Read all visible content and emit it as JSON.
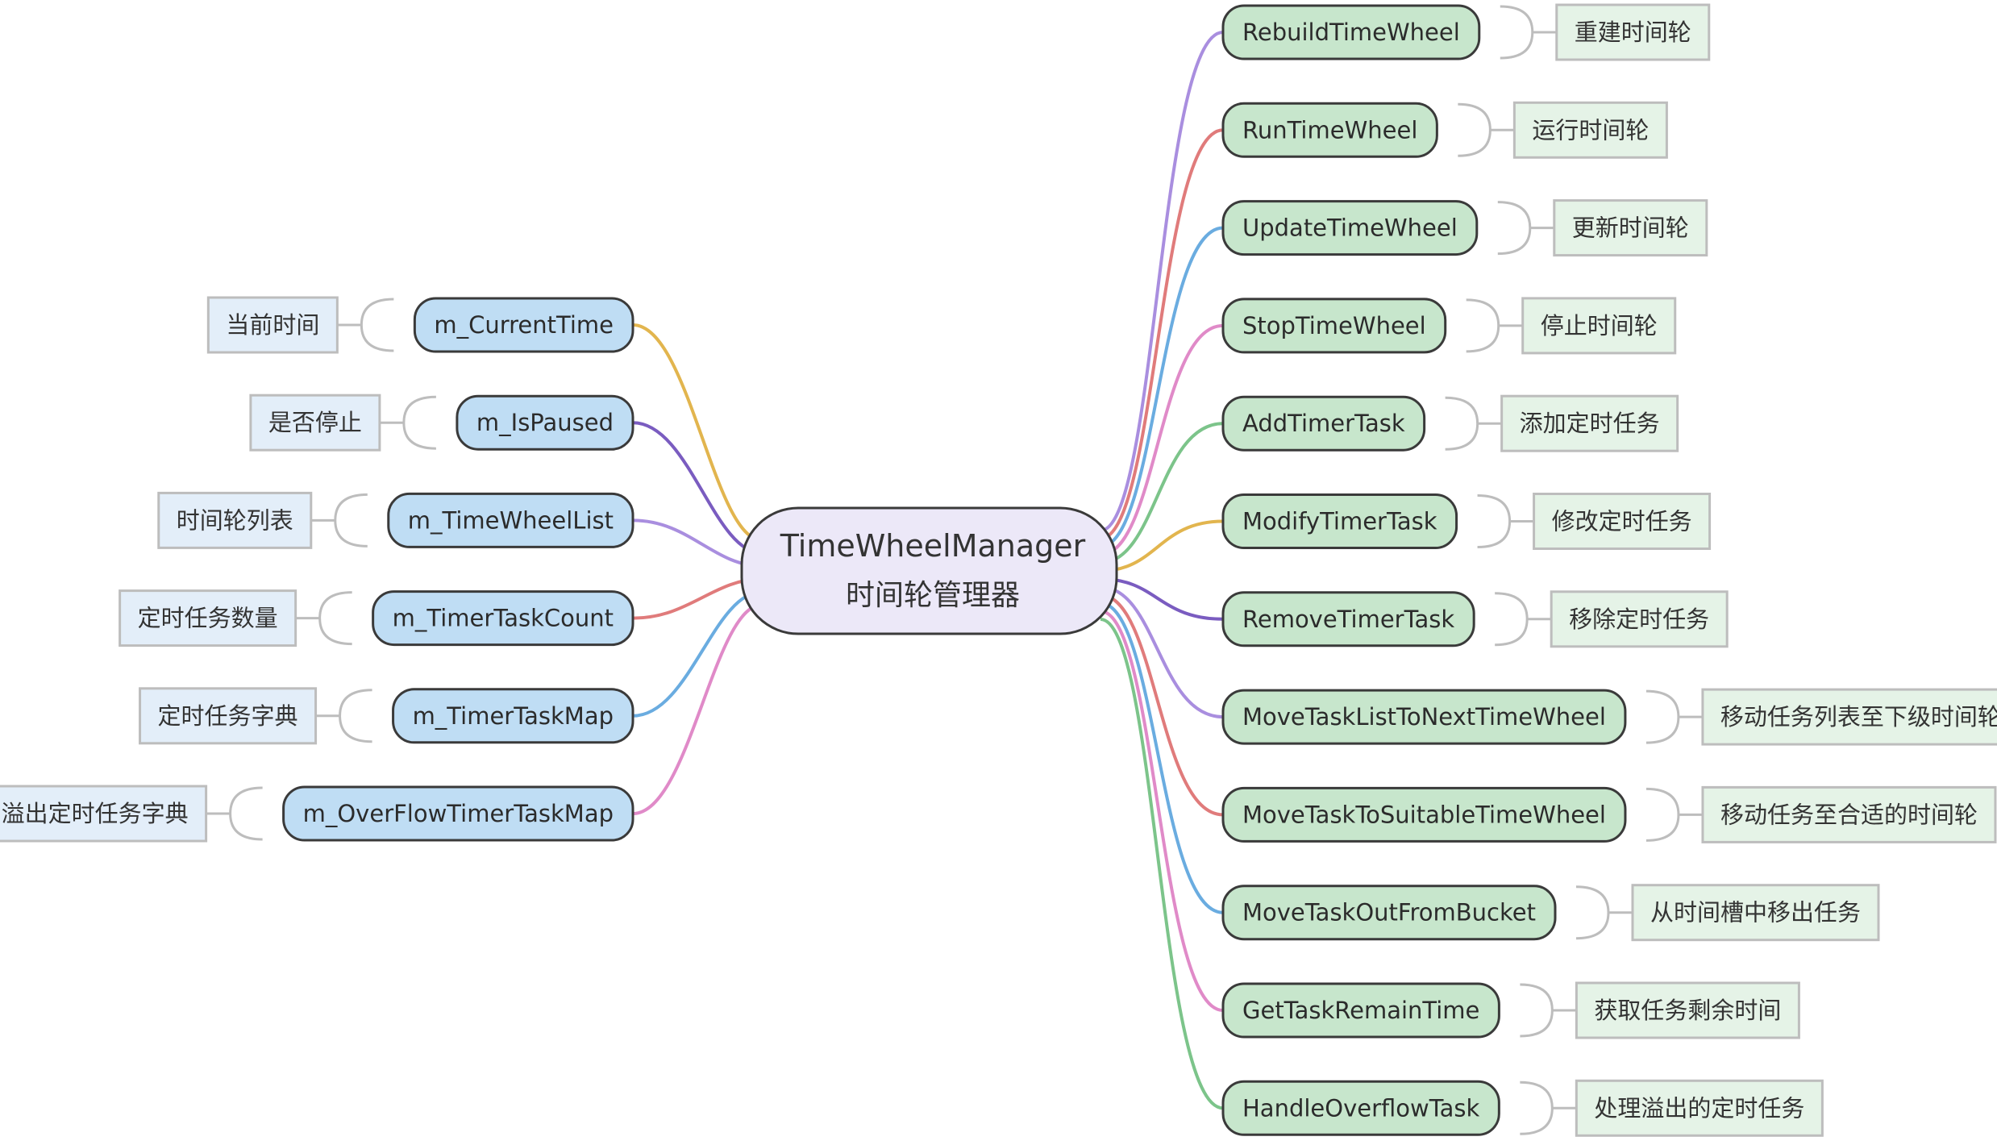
{
  "root": {
    "line1": "TimeWheelManager",
    "line2": "时间轮管理器"
  },
  "left": [
    {
      "name": "m_CurrentTime",
      "desc": "当前时间",
      "color": "#E2B54E"
    },
    {
      "name": "m_IsPaused",
      "desc": "是否停止",
      "color": "#7A5CC0"
    },
    {
      "name": "m_TimeWheelList",
      "desc": "时间轮列表",
      "color": "#A98EDF"
    },
    {
      "name": "m_TimerTaskCount",
      "desc": "定时任务数量",
      "color": "#E07B7B"
    },
    {
      "name": "m_TimerTaskMap",
      "desc": "定时任务字典",
      "color": "#6AACE0"
    },
    {
      "name": "m_OverFlowTimerTaskMap",
      "desc": "溢出定时任务字典",
      "color": "#E08AC8"
    }
  ],
  "right": [
    {
      "name": "RebuildTimeWheel",
      "desc": "重建时间轮",
      "color": "#A98EDF"
    },
    {
      "name": "RunTimeWheel",
      "desc": "运行时间轮",
      "color": "#E07B7B"
    },
    {
      "name": "UpdateTimeWheel",
      "desc": "更新时间轮",
      "color": "#6AACE0"
    },
    {
      "name": "StopTimeWheel",
      "desc": "停止时间轮",
      "color": "#E08AC8"
    },
    {
      "name": "AddTimerTask",
      "desc": "添加定时任务",
      "color": "#7CC48A"
    },
    {
      "name": "ModifyTimerTask",
      "desc": "修改定时任务",
      "color": "#E2B54E"
    },
    {
      "name": "RemoveTimerTask",
      "desc": "移除定时任务",
      "color": "#7A5CC0"
    },
    {
      "name": "MoveTaskListToNextTimeWheel",
      "desc": "移动任务列表至下级时间轮",
      "color": "#A98EDF"
    },
    {
      "name": "MoveTaskToSuitableTimeWheel",
      "desc": "移动任务至合适的时间轮",
      "color": "#E07B7B"
    },
    {
      "name": "MoveTaskOutFromBucket",
      "desc": "从时间槽中移出任务",
      "color": "#6AACE0"
    },
    {
      "name": "GetTaskRemainTime",
      "desc": "获取任务剩余时间",
      "color": "#E08AC8"
    },
    {
      "name": "HandleOverflowTask",
      "desc": "处理溢出的定时任务",
      "color": "#7CC48A"
    }
  ],
  "colors": {
    "root_fill": "#ECE8F8",
    "left_fill": "#BFDDF4",
    "right_fill": "#C7E6CC",
    "left_desc_fill": "#E3EEF9",
    "right_desc_fill": "#E5F3E7",
    "node_stroke": "#3A3A3A",
    "desc_stroke": "#BDBDBD"
  }
}
